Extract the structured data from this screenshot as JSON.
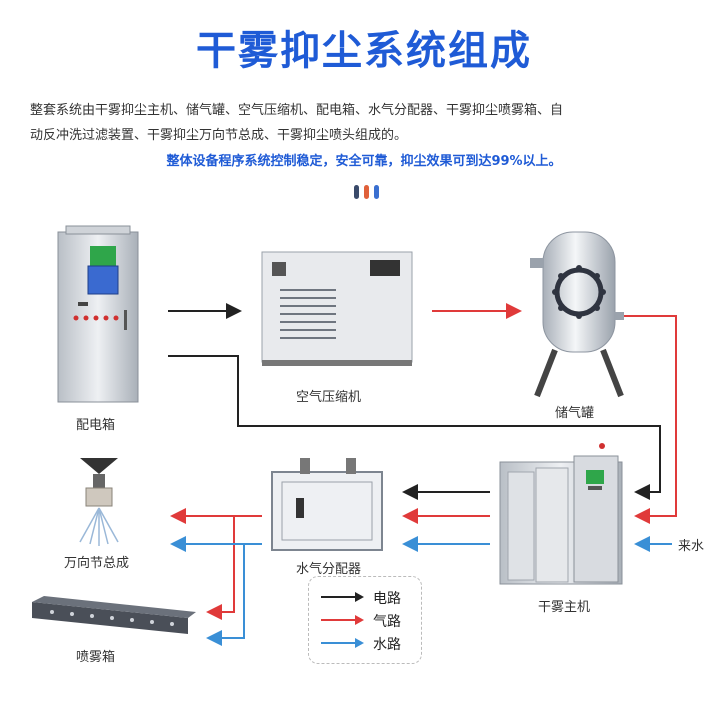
{
  "title": "干雾抑尘系统组成",
  "description_line1": "整套系统由干雾抑尘主机、储气罐、空气压缩机、配电箱、水气分配器、干雾抑尘喷雾箱、自",
  "description_line2": "动反冲洗过滤装置、干雾抑尘万向节总成、干雾抑尘喷头组成的。",
  "highlight": "整体设备程序系统控制稳定，安全可靠，抑尘效果可到达99%以上。",
  "components": {
    "distribution_box": "配电箱",
    "air_compressor": "空气压缩机",
    "air_tank": "储气罐",
    "water_air_distributor": "水气分配器",
    "dry_fog_host": "干雾主机",
    "universal_joint": "万向节总成",
    "spray_box": "喷雾箱",
    "water_inlet": "来水"
  },
  "legend": {
    "electric": "电路",
    "air": "气路",
    "water": "水路"
  },
  "colors": {
    "title": "#1f5bd6",
    "electric": "#222222",
    "air": "#e03a3a",
    "water": "#3a8fd6"
  }
}
